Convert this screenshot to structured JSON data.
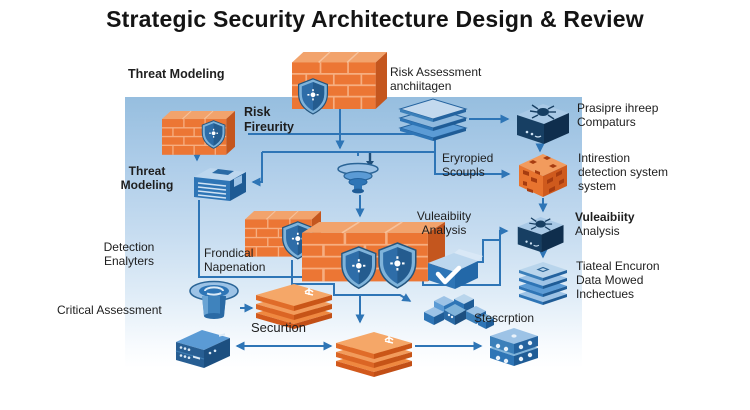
{
  "title": "Strategic Security Architecture Design & Review",
  "labels": {
    "threat_modeling_top": "Threat Modeling",
    "risk_assessment": "Risk Assessment\nanchiitagen",
    "risk_fireurity": "Risk\nFireurity",
    "prasipre": "Prasipre ihreep\nCompaturs",
    "eryropied": "Eryropied\nScoupls",
    "intirestion": "Intirestion\ndetection system\nsystem",
    "threat_modeling_left": "Threat\nModeling",
    "detection_enalyters": "Detection\nEnalyters",
    "vuleaibiity_mid": "Vuleaibiity\nAnalysis",
    "vuleaibiity_right_title": "Vuleaibiity",
    "vuleaibiity_right_sub": "Analysis",
    "frondical": "Frondical\nNapenation",
    "tiateal": "Tiateal Encuron\nData Mowed\nInchectues",
    "critical_assessment": "Critical Assessment",
    "securtion": "Securtion",
    "stescrption": "Stescrption"
  },
  "icons": {
    "firewall_top": "brick-wall-shield-icon",
    "firewall_left": "brick-wall-shield-icon",
    "threat_modeling_device": "printer-box-icon",
    "detection_wall": "brick-wall-shield-icon",
    "data_funnel": "funnel-vortex-icon",
    "vulnerability_wall": "brick-wall-double-shield-icon",
    "encrypted_layers": "flat-layer-stack-icon",
    "bug_box_top": "malware-bug-box-icon",
    "ids_cube": "patterned-cube-icon",
    "bug_box_mid": "malware-bug-box-icon",
    "data_stack": "layered-stack-icon",
    "approval_box": "checkmark-box-icon",
    "bolt": "bolt-nut-icon",
    "securtion_plates": "stacked-plates-icon",
    "block_pile": "scattered-blocks-icon",
    "server": "server-box-icon",
    "bottom_plates": "stacked-plates-icon",
    "dotted_blocks": "dotted-dice-blocks-icon"
  },
  "colors": {
    "panel_top": "#96bedf",
    "panel_bottom": "#ffffff",
    "brick_orange": "#ec7634",
    "brick_top": "#f2a36c",
    "brick_side": "#c4561e",
    "blue_primary": "#2e75b6",
    "blue_dark": "#16395c",
    "blue_light": "#9dc3e6",
    "arrow": "#2e75b6",
    "text": "#1e1e1e",
    "title": "#141414"
  }
}
